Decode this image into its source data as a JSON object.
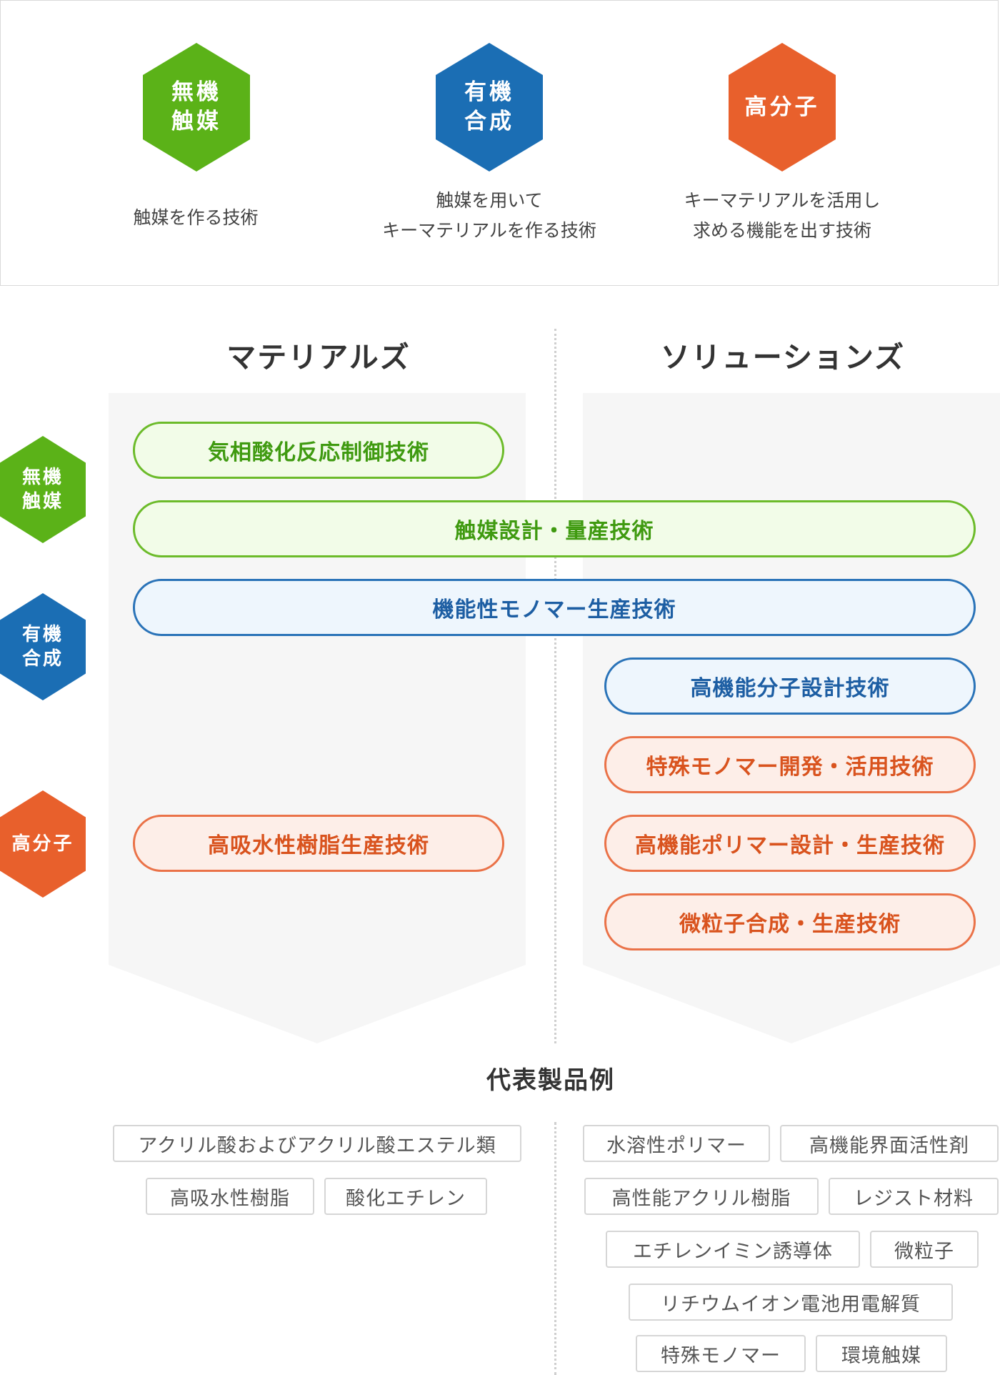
{
  "top": {
    "items": [
      {
        "hex_lines": [
          "無機",
          "触媒"
        ],
        "color": "#5bb218",
        "desc": [
          "触媒を作る技術"
        ]
      },
      {
        "hex_lines": [
          "有機",
          "合成"
        ],
        "color": "#1b6eb4",
        "desc": [
          "触媒を用いて",
          "キーマテリアルを作る技術"
        ]
      },
      {
        "hex_lines": [
          "高分子"
        ],
        "color": "#e8602c",
        "desc": [
          "キーマテリアルを活用し",
          "求める機能を出す技術"
        ]
      }
    ]
  },
  "columns": {
    "left": "マテリアルズ",
    "right": "ソリューションズ"
  },
  "side_hexes": [
    {
      "lines": [
        "無機",
        "触媒"
      ],
      "color": "#5bb218"
    },
    {
      "lines": [
        "有機",
        "合成"
      ],
      "color": "#1b6eb4"
    },
    {
      "lines": [
        "高分子"
      ],
      "color": "#e8602c"
    }
  ],
  "technologies": [
    "気相酸化反応制御技術",
    "触媒設計・量産技術",
    "機能性モノマー生産技術",
    "高機能分子設計技術",
    "特殊モノマー開発・活用技術",
    "高吸水性樹脂生産技術",
    "高機能ポリマー設計・生産技術",
    "微粒子合成・生産技術"
  ],
  "products": {
    "title": "代表製品例",
    "left": [
      "アクリル酸およびアクリル酸エステル類",
      "高吸水性樹脂",
      "酸化エチレン"
    ],
    "right": [
      "水溶性ポリマー",
      "高機能界面活性剤",
      "高性能アクリル樹脂",
      "レジスト材料",
      "エチレンイミン誘導体",
      "微粒子",
      "リチウムイオン電池用電解質",
      "特殊モノマー",
      "環境触媒"
    ]
  }
}
